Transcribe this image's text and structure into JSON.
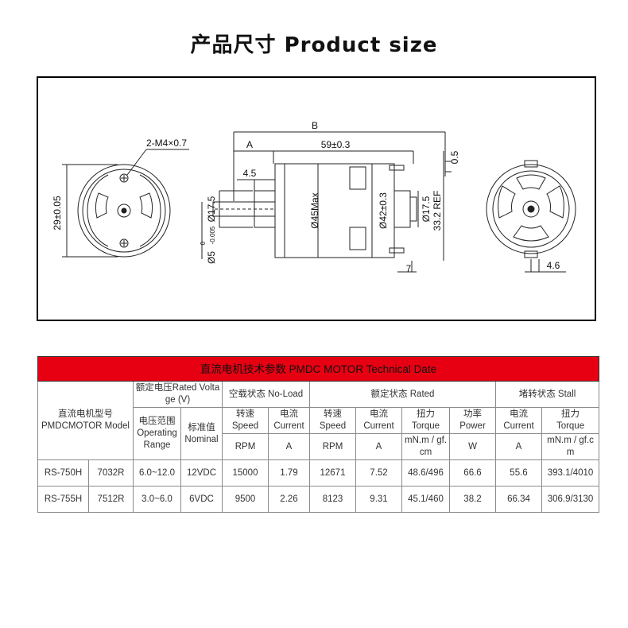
{
  "title": "产品尺寸  Product size",
  "drawing": {
    "labels": {
      "side_holes": "2-M4×0.7",
      "side_height": "29±0.05",
      "B": "B",
      "A": "A",
      "body_len": "59±0.3",
      "front_boss_len": "4.5",
      "boss_dia": "Ø17.5",
      "shaft_dia_main": "Ø5",
      "shaft_dia_tol_upper": "0",
      "shaft_dia_tol_lower": "-0.005",
      "body_dia_max": "Ø45Max",
      "body_dia": "Ø42±0.3",
      "rear_boss_dia": "Ø17.5",
      "rear_ref": "33.2 REF",
      "terminal_gap": "0.5",
      "rear_boss_len": "7",
      "terminal_offset": "4.6"
    }
  },
  "table": {
    "banner": "直流电机技术参数 PMDC MOTOR Technical Date",
    "model_header_cn": "直流电机型号",
    "model_header_en": "PMDCMOTOR Model",
    "rated_voltage_header": "额定电压Rated Voltage  (V)",
    "no_load_header": "空载状态 No-Load",
    "rated_header": "额定状态 Rated",
    "stall_header": "堵转状态 Stall",
    "operating_range_cn": "电压范围",
    "operating_range_en": "Operating Range",
    "nominal_cn": "标准值",
    "nominal_en": "Nominal",
    "speed_cn": "转速",
    "speed_en": "Speed",
    "current_cn": "电流",
    "current_en": "Current",
    "torque_cn": "扭力",
    "torque_en": "Torque",
    "power_cn": "功率",
    "power_en": "Power",
    "units": {
      "rpm1": "RPM",
      "a1": "A",
      "rpm2": "RPM",
      "a2": "A",
      "torque": "mN.m / gf.cm",
      "w": "W",
      "a3": "A",
      "torque_stall": "mN.m / gf.cm"
    },
    "rows": [
      {
        "model": "RS-750H",
        "code": "7032R",
        "range": "6.0~12.0",
        "nominal": "12VDC",
        "nl_speed": "15000",
        "nl_current": "1.79",
        "r_speed": "12671",
        "r_current": "7.52",
        "r_torque": "48.6/496",
        "r_power": "66.6",
        "s_current": "55.6",
        "s_torque": "393.1/4010"
      },
      {
        "model": "RS-755H",
        "code": "7512R",
        "range": "3.0~6.0",
        "nominal": "6VDC",
        "nl_speed": "9500",
        "nl_current": "2.26",
        "r_speed": "8123",
        "r_current": "9.31",
        "r_torque": "45.1/460",
        "r_power": "38.2",
        "s_current": "66.34",
        "s_torque": "306.9/3130"
      }
    ]
  }
}
